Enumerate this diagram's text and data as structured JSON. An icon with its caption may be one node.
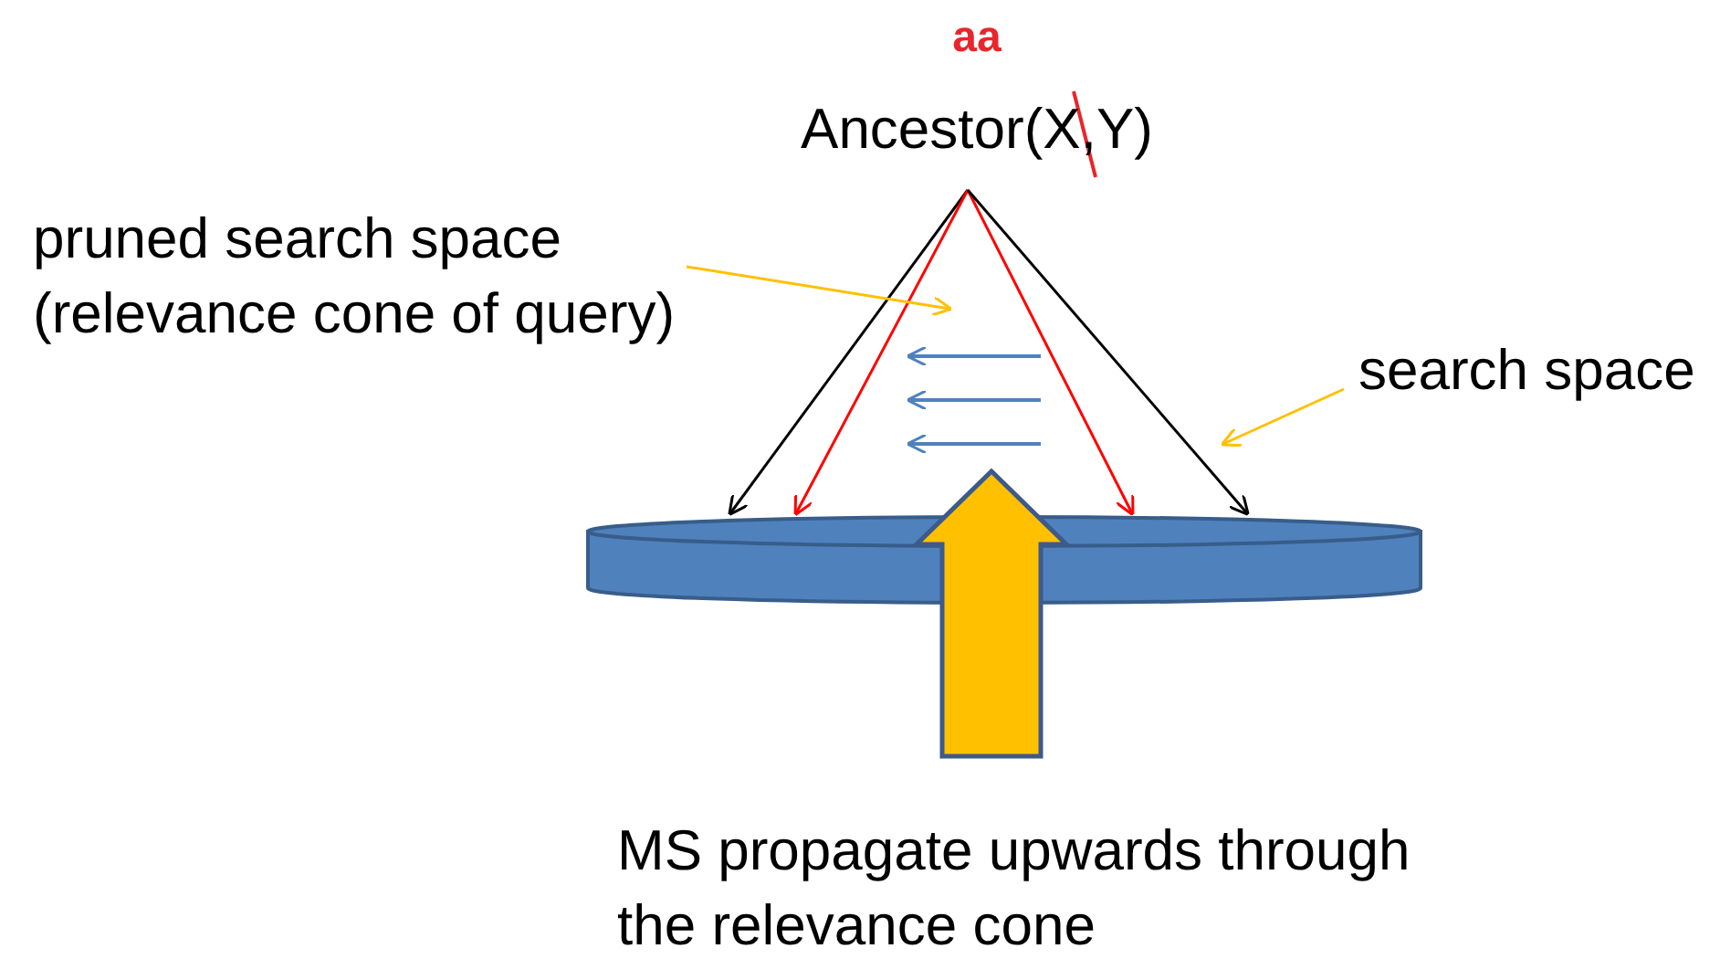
{
  "diagram": {
    "nodes": [
      {
        "text": [
          "Ancestor(X,Y)"
        ]
      },
      {
        "text": [
          "pruned search space (relevance cone of query)"
        ]
      },
      {
        "text": [
          "search space"
        ]
      },
      {
        "text": [],
        "shape": "cylinder"
      },
      {
        "text": [
          "MS propagate upwards through the relevance cone"
        ]
      }
    ],
    "edges": [
      {
        "from": 0,
        "to": 3,
        "arrow": "to"
      },
      {
        "from": 0,
        "to": 3,
        "arrow": "to",
        "color": "#ff0000"
      },
      {
        "from": 0,
        "to": 3,
        "arrow": "to",
        "color": "#ff0000"
      },
      {
        "from": 0,
        "to": 3,
        "arrow": "to"
      },
      {
        "from": 1,
        "to": null,
        "arrow": "to",
        "color": "#ffc000"
      },
      {
        "from": 2,
        "to": null,
        "arrow": "to",
        "color": "#ffc000"
      },
      {
        "from": 4,
        "to": 3,
        "arrow": "to",
        "style": "thick",
        "color": "#ffc000"
      }
    ],
    "labels": [
      "aa"
    ]
  }
}
